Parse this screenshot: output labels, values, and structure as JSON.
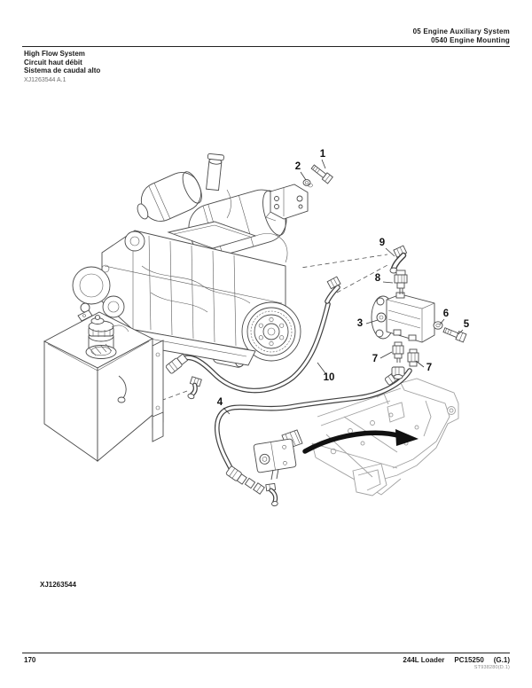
{
  "header": {
    "section": "05 Engine Auxiliary System",
    "subsection": "0540 Engine Mounting"
  },
  "title_block": {
    "title_en": "High Flow System",
    "title_fr": "Circuit haut débit",
    "title_es": "Sistema de caudal alto",
    "figure_ref": "XJ1263544 A.1"
  },
  "figure": {
    "caption": "XJ1263544",
    "callouts": [
      "1",
      "2",
      "3",
      "4",
      "5",
      "6",
      "7",
      "7",
      "8",
      "9",
      "10"
    ],
    "parts_named": {
      "1": "mounting bolt",
      "2": "washer",
      "3": "hydraulic pump",
      "4": "lower hose",
      "5": "pump bolt",
      "6": "pump washer",
      "7": "port fittings",
      "8": "straight fitting",
      "9": "elbow fitting",
      "10": "upper hose"
    }
  },
  "footer": {
    "page_number": "170",
    "model": "244L Loader",
    "catalog": "PC15250",
    "revision": "(G.1)",
    "doc_code": "ST938280(D.1)"
  },
  "colors": {
    "line_art": "#4a4a4a",
    "frame_light": "#a0a0a0",
    "arrow": "#111111",
    "text": "#1a1a1a",
    "muted": "#6e6e6e"
  }
}
